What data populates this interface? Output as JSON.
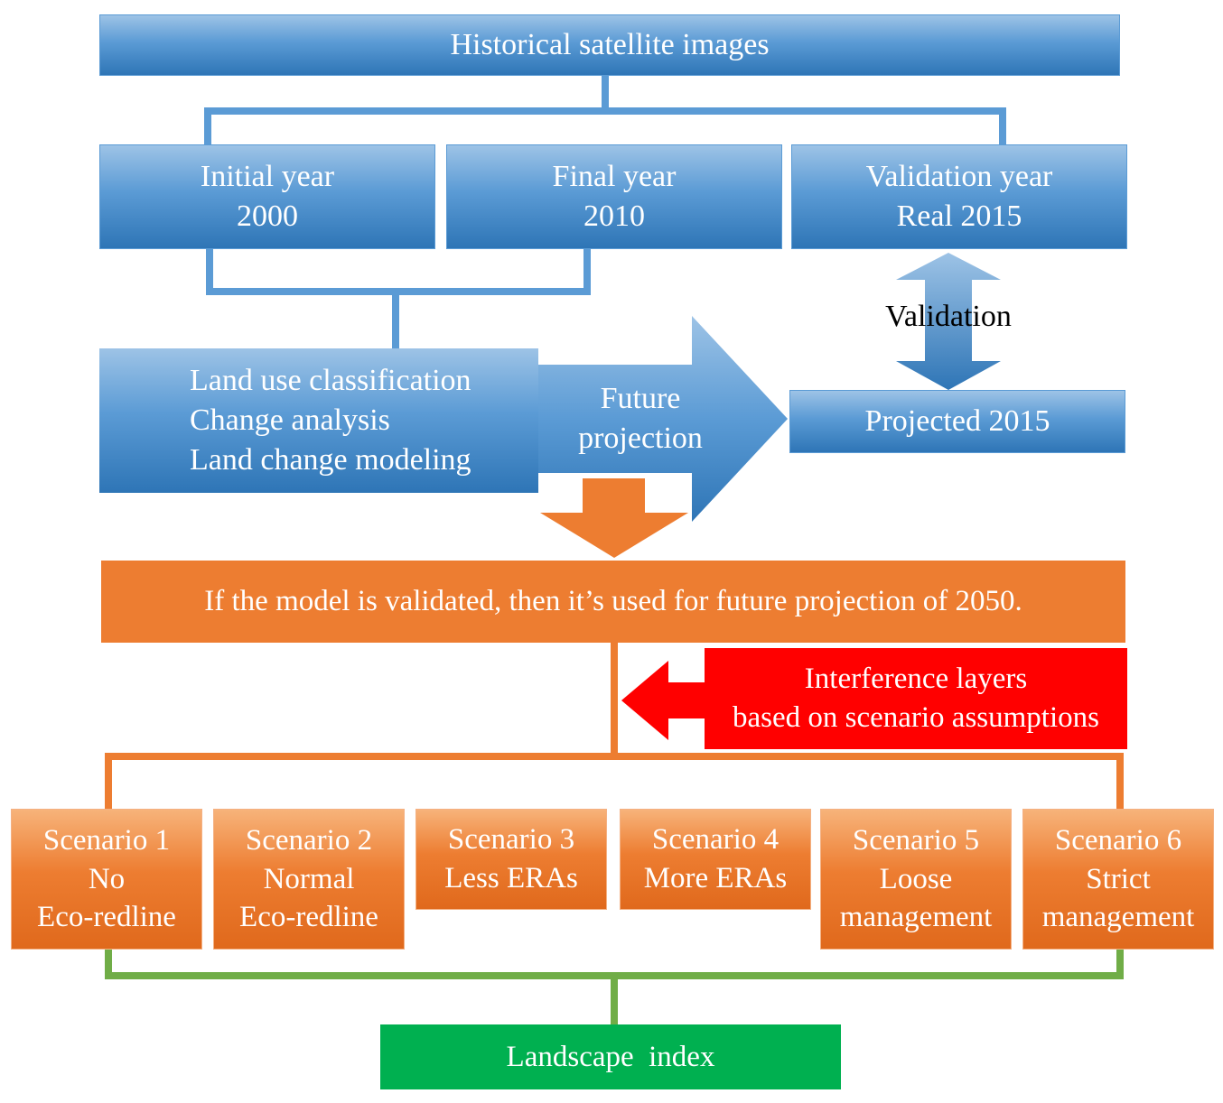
{
  "nodes": {
    "historical": "Historical satellite images",
    "initial_year": [
      "Initial year",
      "2000"
    ],
    "final_year": [
      "Final year",
      "2010"
    ],
    "validation_year": [
      "Validation year",
      "Real 2015"
    ],
    "modeling": [
      "Land use classification",
      "Change analysis",
      "Land change modeling"
    ],
    "future_projection": [
      "Future",
      "projection"
    ],
    "projected": "Projected 2015",
    "validation": "Validation",
    "if_validated": "If the model is validated, then it’s used for future projection of 2050.",
    "interference": [
      "Interference  layers",
      "based  on scenario assumptions"
    ],
    "scenarios": [
      [
        "Scenario 1",
        "No",
        "Eco-redline"
      ],
      [
        "Scenario 2",
        "Normal",
        "Eco-redline"
      ],
      [
        "Scenario 3",
        "Less ERAs"
      ],
      [
        "Scenario 4",
        "More ERAs"
      ],
      [
        "Scenario 5",
        "Loose",
        "management"
      ],
      [
        "Scenario 6",
        "Strict",
        "management"
      ]
    ],
    "landscape": "Landscape  index"
  },
  "colors": {
    "blue": "#5b9bd5",
    "orange": "#ed7d31",
    "red": "#ff0000",
    "green": "#00b050",
    "green_line": "#70ad47"
  }
}
